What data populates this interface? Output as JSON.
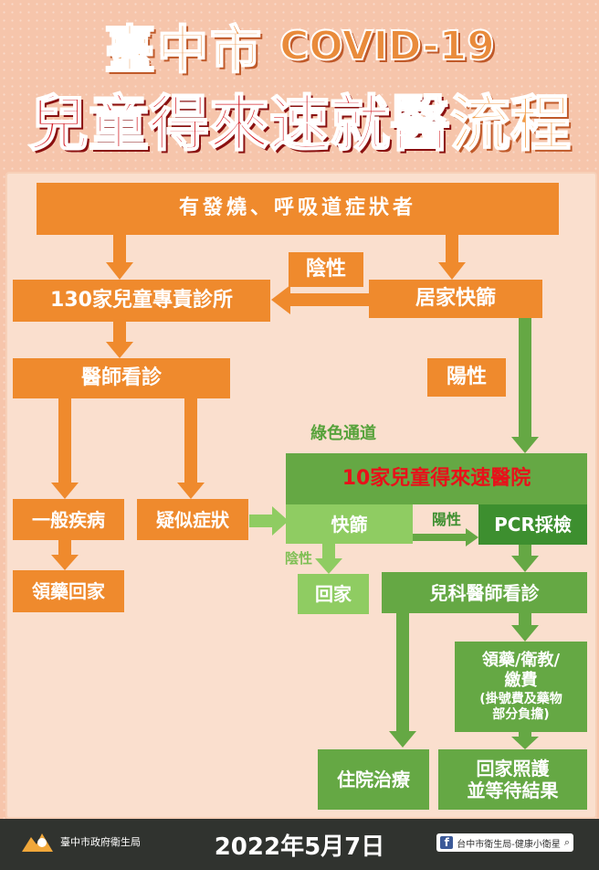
{
  "title": {
    "city": "臺中市",
    "covid": "COVID-19",
    "main": "兒童得來速就醫",
    "flow": "流程"
  },
  "flow": {
    "symptoms": "有發燒、呼吸道症狀者",
    "clinics": "130家兒童專責診所",
    "home_test": "居家快篩",
    "negative_label": "陰性",
    "positive_label": "陽性",
    "doctor": "醫師看診",
    "general": "一般疾病",
    "suspected": "疑似症狀",
    "meds_home": "領藥回家",
    "green_channel": "綠色通道",
    "hospitals": "10家兒童得來速醫院",
    "rapid_test": "快篩",
    "positive_small": "陽性",
    "pcr": "PCR採檢",
    "negative_small": "陰性",
    "go_home": "回家",
    "pediatric": "兒科醫師看診",
    "meds_edu_line1": "領藥/衛教/",
    "meds_edu_line2": "繳費",
    "fee_note_line1": "(掛號費及藥物",
    "fee_note_line2": "部分負擔)",
    "hospitalize": "住院治療",
    "home_care_line1": "回家照護",
    "home_care_line2": "並等待結果"
  },
  "footer": {
    "agency": "臺中市政府衛生局",
    "date": "2022年5月7日",
    "fb": "台中市衛生局-健康小衛星"
  },
  "colors": {
    "orange": "#ef8a2d",
    "green": "#65a844",
    "light_green": "#8fcc62",
    "dark_green": "#3d8f2f",
    "title_red": "#d42128"
  }
}
